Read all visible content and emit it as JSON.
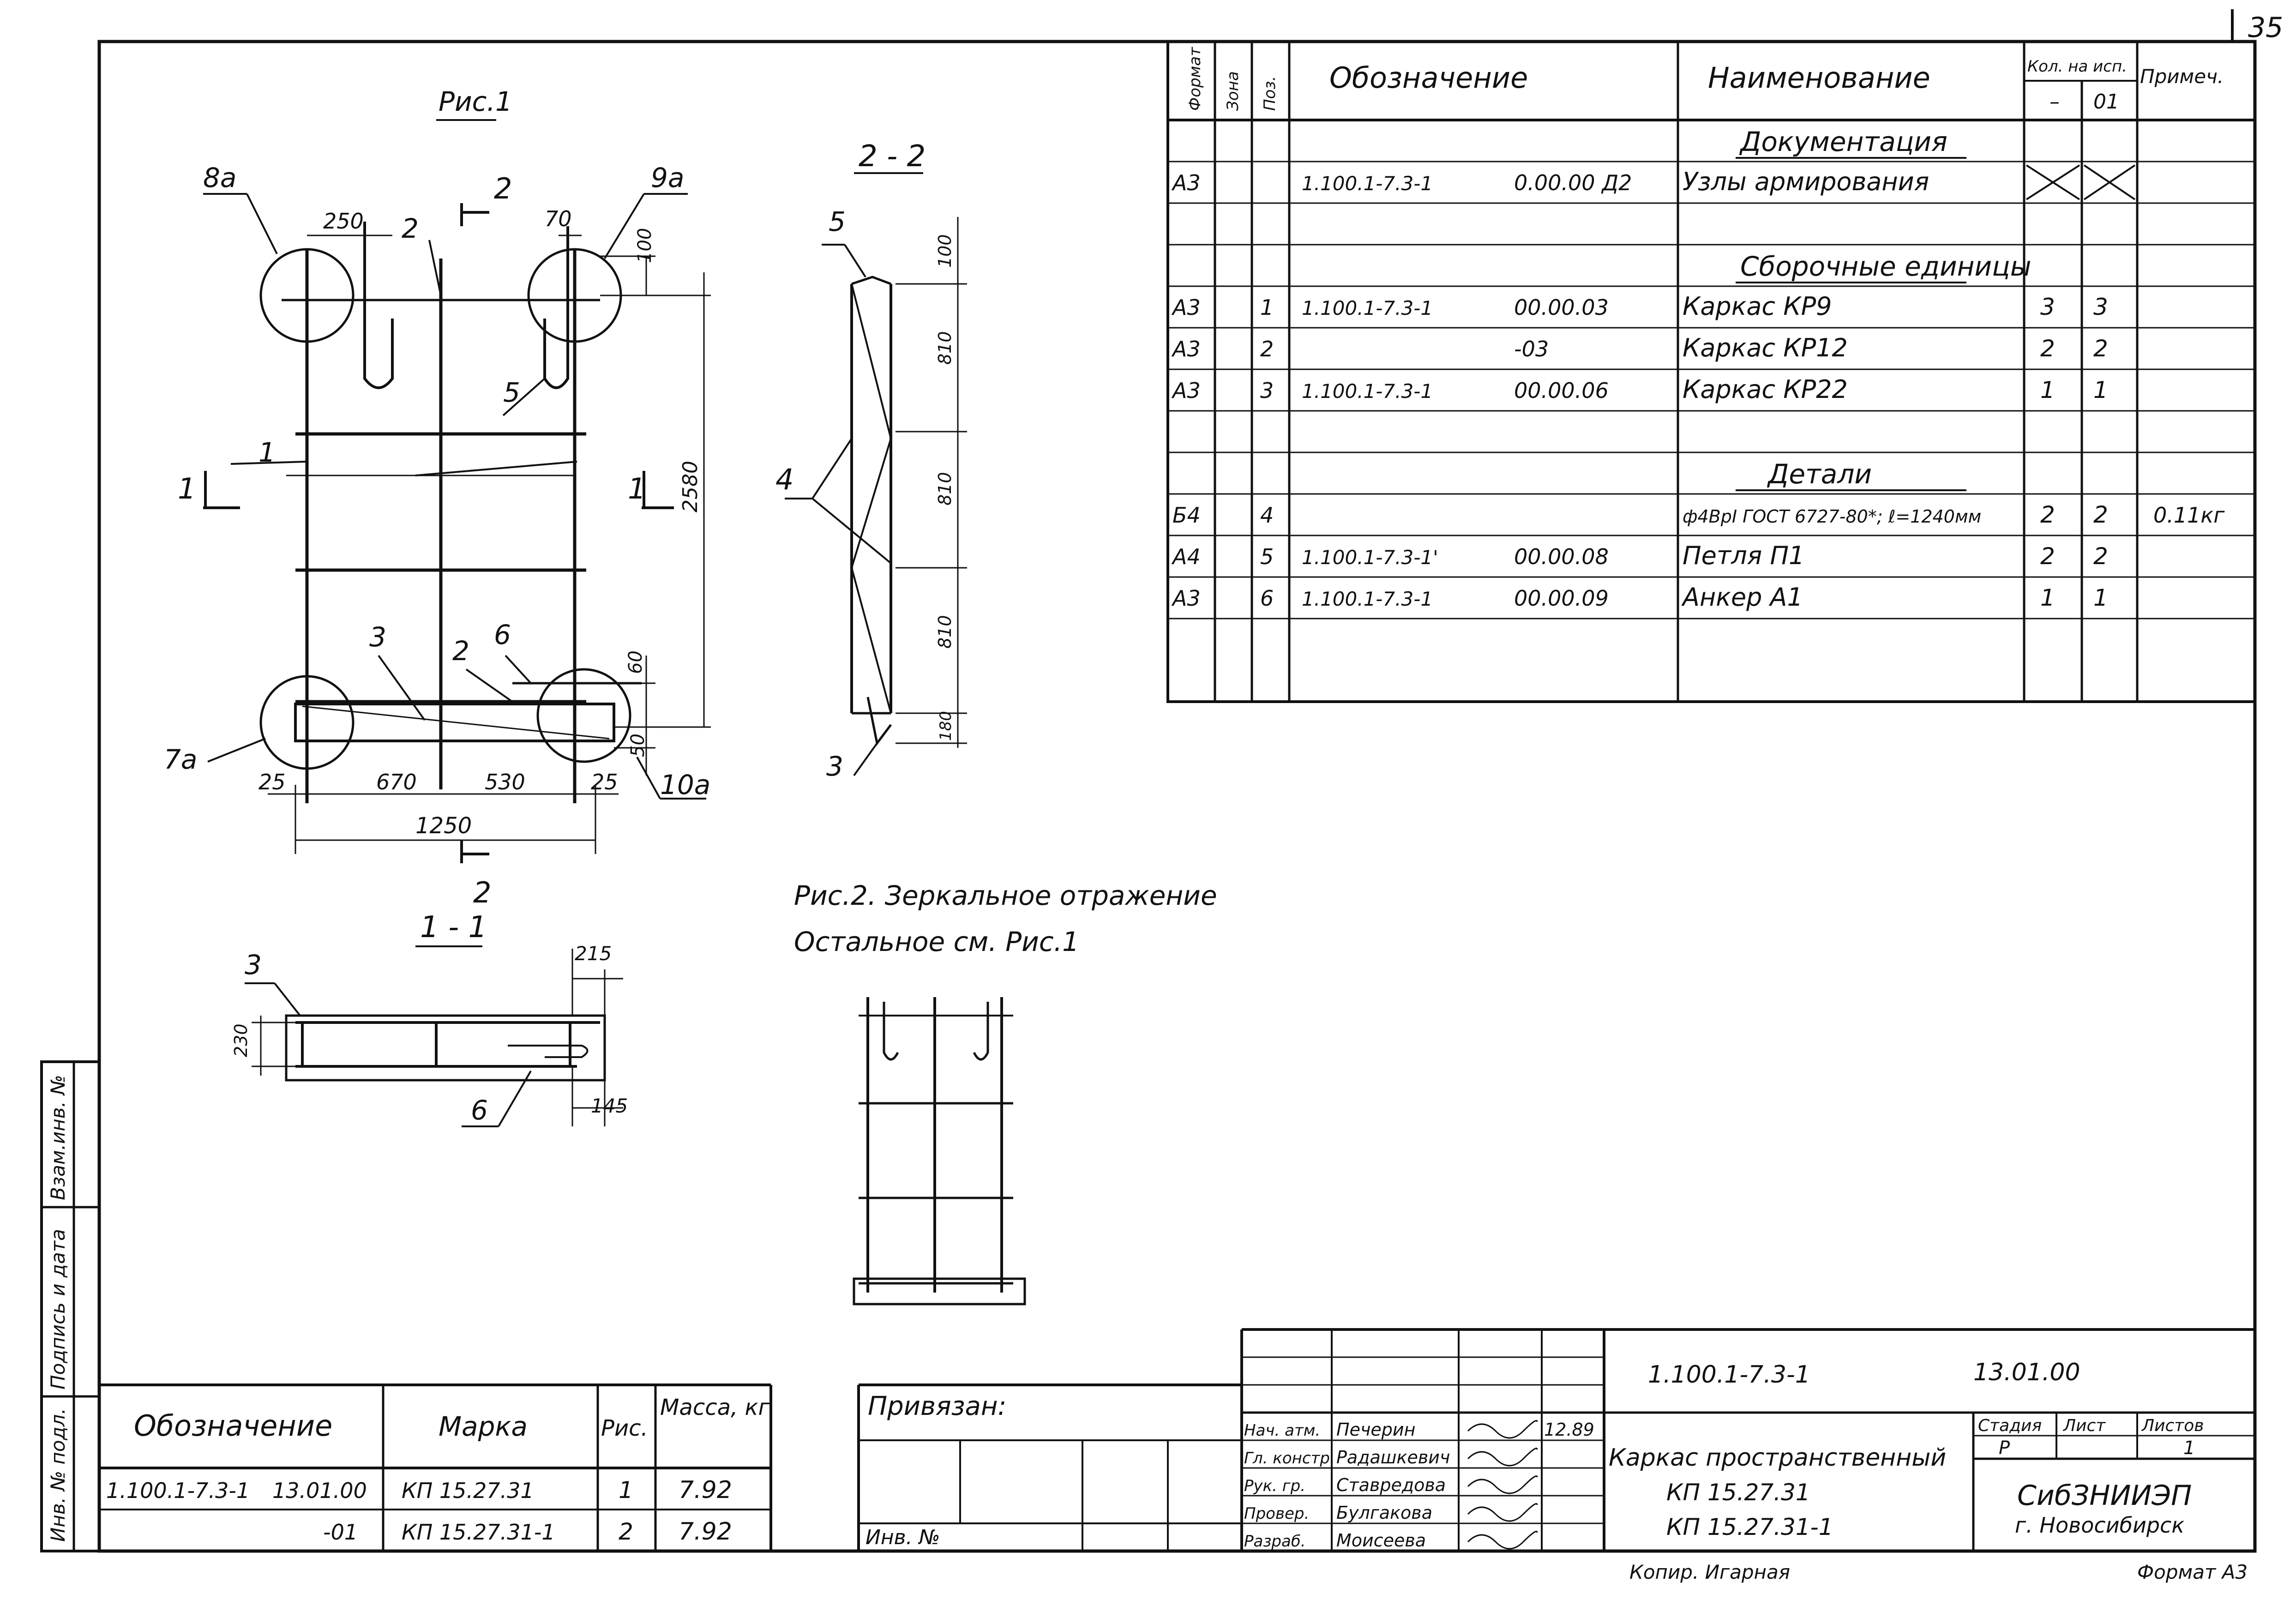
{
  "page_number": "35",
  "spec_table": {
    "headers": {
      "format": "Формат",
      "zone": "Зона",
      "pos": "Поз.",
      "designation": "Обозначение",
      "name": "Наименование",
      "qty": "Кол. на исп.",
      "qty_a": "–",
      "qty_b": "01",
      "note": "Примеч."
    },
    "rows": [
      {
        "format": "",
        "pos": "",
        "desig": "",
        "desig2": "",
        "name": "Документация",
        "qa": "",
        "qb": "",
        "note": "",
        "section": true
      },
      {
        "format": "А3",
        "pos": "",
        "desig": "1.100.1-7.3-1",
        "desig2": "0.00.00 Д2",
        "name": "Узлы армирования",
        "qa": "X",
        "qb": "X",
        "note": ""
      },
      {
        "format": "",
        "pos": "",
        "desig": "",
        "desig2": "",
        "name": "",
        "qa": "",
        "qb": "",
        "note": ""
      },
      {
        "format": "",
        "pos": "",
        "desig": "",
        "desig2": "",
        "name": "Сборочные единицы",
        "qa": "",
        "qb": "",
        "note": "",
        "section": true
      },
      {
        "format": "А3",
        "pos": "1",
        "desig": "1.100.1-7.3-1",
        "desig2": "00.00.03",
        "name": "Каркас КР9",
        "qa": "3",
        "qb": "3",
        "note": ""
      },
      {
        "format": "А3",
        "pos": "2",
        "desig": "",
        "desig2": "-03",
        "name": "Каркас КР12",
        "qa": "2",
        "qb": "2",
        "note": ""
      },
      {
        "format": "А3",
        "pos": "3",
        "desig": "1.100.1-7.3-1",
        "desig2": "00.00.06",
        "name": "Каркас КР22",
        "qa": "1",
        "qb": "1",
        "note": ""
      },
      {
        "format": "",
        "pos": "",
        "desig": "",
        "desig2": "",
        "name": "",
        "qa": "",
        "qb": "",
        "note": ""
      },
      {
        "format": "",
        "pos": "",
        "desig": "",
        "desig2": "",
        "name": "Детали",
        "qa": "",
        "qb": "",
        "note": "",
        "section": true
      },
      {
        "format": "Б4",
        "pos": "4",
        "desig": "",
        "desig2": "",
        "name": "ф4ВрI ГОСТ 6727-80*; ℓ=1240мм",
        "qa": "2",
        "qb": "2",
        "note": "0.11кг"
      },
      {
        "format": "А4",
        "pos": "5",
        "desig": "1.100.1-7.3-1'",
        "desig2": "00.00.08",
        "name": "Петля П1",
        "qa": "2",
        "qb": "2",
        "note": ""
      },
      {
        "format": "А3",
        "pos": "6",
        "desig": "1.100.1-7.3-1",
        "desig2": "00.00.09",
        "name": "Анкер А1",
        "qa": "1",
        "qb": "1",
        "note": ""
      },
      {
        "format": "",
        "pos": "",
        "desig": "",
        "desig2": "",
        "name": "",
        "qa": "",
        "qb": "",
        "note": ""
      }
    ]
  },
  "drawings": {
    "fig1_title": "Рис.1",
    "section22_title": "2 - 2",
    "section11_title": "1 - 1",
    "fig2_caption_1": "Рис.2. Зеркальное отражение",
    "fig2_caption_2": "Остальное см. Рис.1",
    "fig1_labels": {
      "node_8a": "8а",
      "node_9a": "9а",
      "node_7a": "7а",
      "node_10a": "10а",
      "pos1": "1",
      "pos2": "2",
      "pos3": "3",
      "pos5": "5",
      "pos6": "6",
      "cut2": "2",
      "cut1": "1",
      "d250": "250",
      "d70": "70",
      "d100": "100",
      "d2580": "2580",
      "d60": "60",
      "d50": "50",
      "d25a": "25",
      "d670": "670",
      "d530": "530",
      "d25b": "25",
      "d1250": "1250"
    },
    "sec22_labels": {
      "pos5": "5",
      "pos4": "4",
      "pos3": "3",
      "d100": "100",
      "d810a": "810",
      "d810b": "810",
      "d810c": "810",
      "d180": "180"
    },
    "sec11_labels": {
      "pos3": "3",
      "pos6": "6",
      "d215": "215",
      "d230": "230",
      "d145": "145"
    }
  },
  "side_stamp": {
    "f1": "Взам.инв. №",
    "f2": "Подпись и дата",
    "f3": "Инв. № подл."
  },
  "mass_table": {
    "headers": {
      "desig": "Обозначение",
      "mark": "Марка",
      "fig": "Рис.",
      "mass": "Масса, кг"
    },
    "rows": [
      {
        "desig": "1.100.1-7.3-1",
        "desig2": "13.01.00",
        "mark": "КП 15.27.31",
        "fig": "1",
        "mass": "7.92"
      },
      {
        "desig": "",
        "desig2": "-01",
        "mark": "КП 15.27.31-1",
        "fig": "2",
        "mass": "7.92"
      }
    ]
  },
  "binding": {
    "title": "Привязан:",
    "inv": "Инв. №"
  },
  "title_block": {
    "code": "1.100.1-7.3-1",
    "code2": "13.01.00",
    "roles": [
      {
        "role": "Нач. атм.",
        "name": "Печерин",
        "date": "12.89"
      },
      {
        "role": "Гл. констр.",
        "name": "Радашкевич",
        "date": ""
      },
      {
        "role": "Рук. гр.",
        "name": "Ставредова",
        "date": ""
      },
      {
        "role": "Провер.",
        "name": "Булгакова",
        "date": ""
      },
      {
        "role": "Разраб.",
        "name": "Моисеева",
        "date": ""
      }
    ],
    "product_1": "Каркас пространственный",
    "product_2": "КП 15.27.31",
    "product_3": "КП 15.27.31-1",
    "stage_label": "Стадия",
    "sheet_label": "Лист",
    "sheets_label": "Листов",
    "stage": "Р",
    "sheets": "1",
    "org_1": "СибЗНИИЭП",
    "org_2": "г. Новосибирск"
  },
  "footer": {
    "copied": "Копир. Игарная",
    "format": "Формат А3"
  }
}
